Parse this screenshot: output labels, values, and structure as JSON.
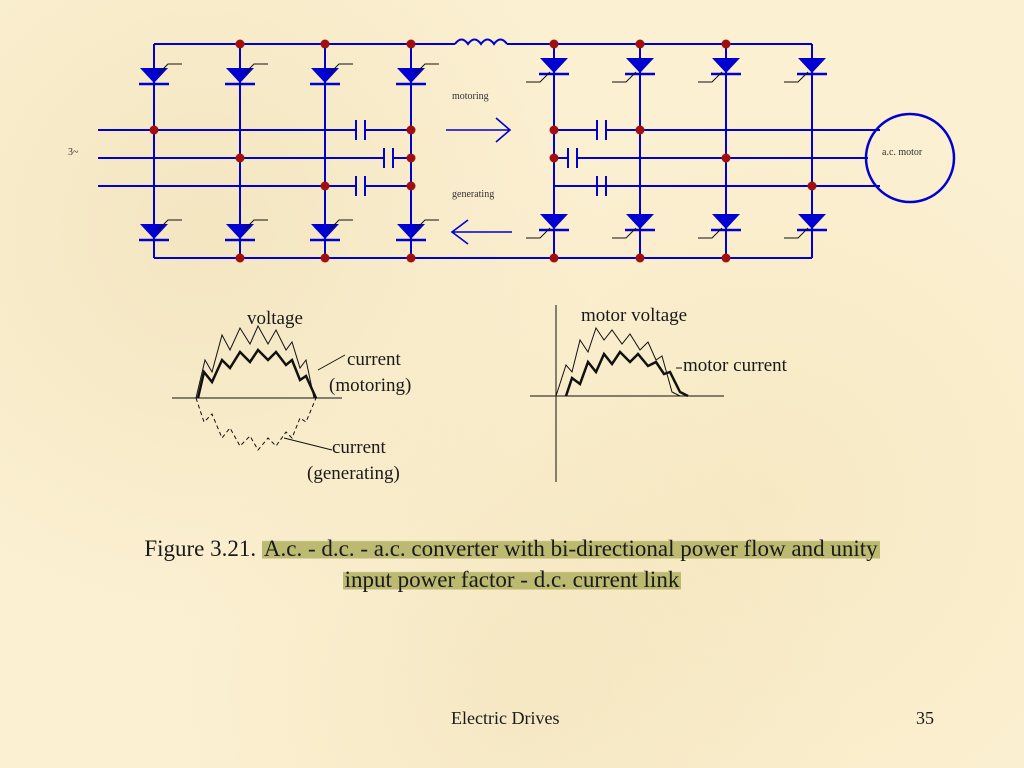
{
  "circuit": {
    "supply_label": "3~",
    "motoring_label": "motoring",
    "generating_label": "generating",
    "motor_label": "a.c. motor"
  },
  "left_plot": {
    "voltage_label": "voltage",
    "current_motoring_label_1": "current",
    "current_motoring_label_2": "(motoring)",
    "current_generating_label_1": "current",
    "current_generating_label_2": "(generating)"
  },
  "right_plot": {
    "motor_voltage_label": "motor voltage",
    "motor_current_label": "motor current"
  },
  "caption": {
    "prefix": "Figure 3.21. ",
    "highlighted": "A.c. - d.c. - a.c. converter with bi-directional power flow and unity",
    "line2": "input power factor - d.c. current link"
  },
  "footer": {
    "title": "Electric Drives",
    "page": "35"
  },
  "colors": {
    "circuit_blue": "#0000d0",
    "node_red": "#a01010",
    "highlight": "#a8aa54"
  }
}
